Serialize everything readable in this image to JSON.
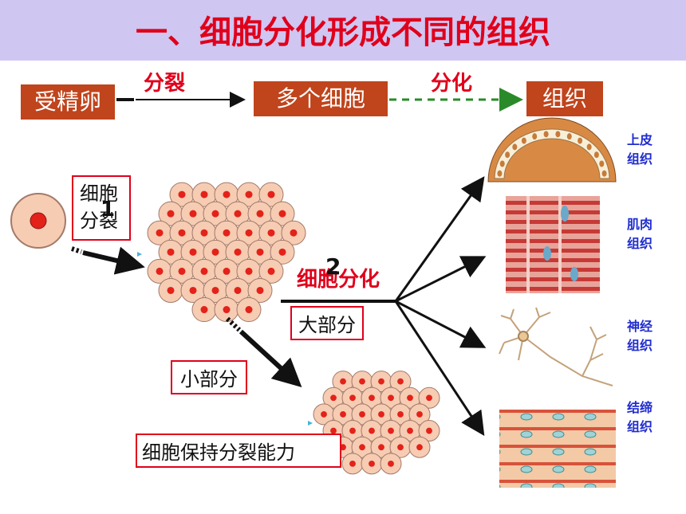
{
  "title": "一、细胞分化形成不同的组织",
  "flow": {
    "start": "受精卵",
    "arrow1_label": "分裂",
    "middle": "多个细胞",
    "arrow2_label": "分化",
    "end": "组织"
  },
  "diagram": {
    "step1_label": "细胞分裂",
    "step1_number": "1",
    "step2_label": "细胞分化",
    "step2_number": "2",
    "majority_label": "大部分",
    "minority_label": "小部分",
    "retain_label": "细胞保持分裂能力"
  },
  "tissues": [
    {
      "name": "上皮组织"
    },
    {
      "name": "肌肉组织"
    },
    {
      "name": "神经组织"
    },
    {
      "name": "结缔组织"
    }
  ],
  "colors": {
    "title_bar": "#cfc6f2",
    "title_text": "#e0001b",
    "box_fill": "#c0441c",
    "accent_red": "#e0001b",
    "tissue_label": "#1f2ccf",
    "differentiate_arrow": "#2a8a2a"
  }
}
